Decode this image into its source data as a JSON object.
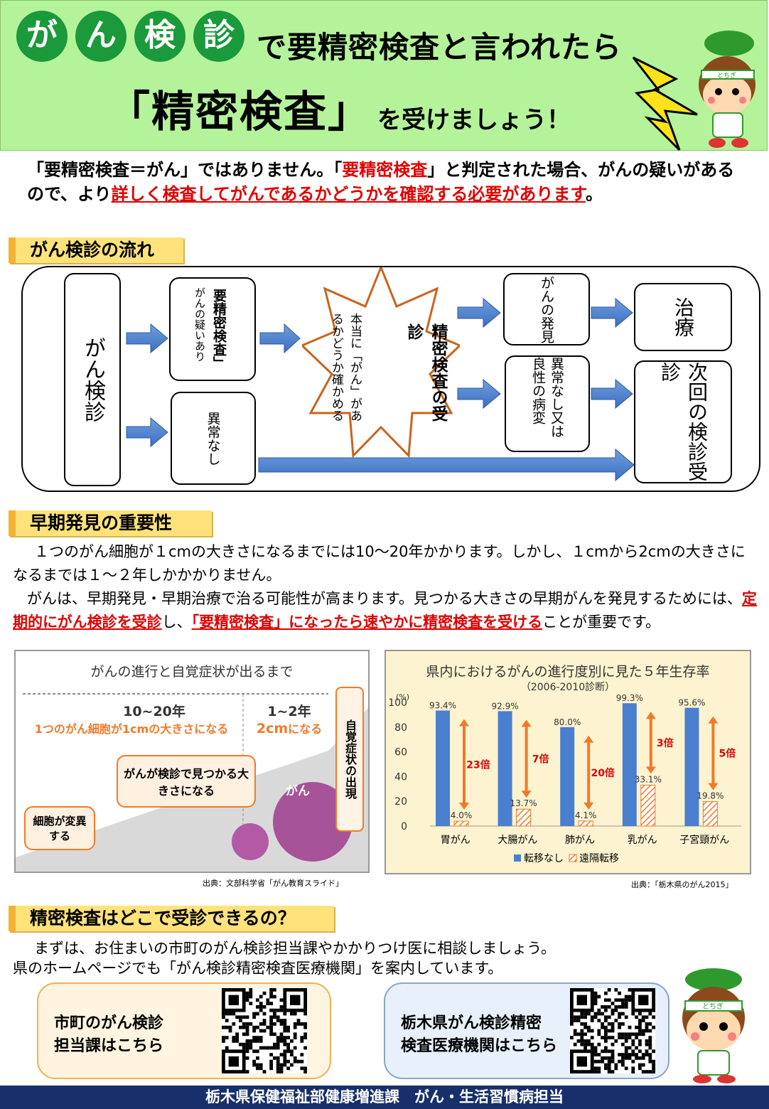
{
  "header": {
    "bubbles": [
      "が",
      "ん",
      "検",
      "診"
    ],
    "title_rest": "で要精密検査と言われたら",
    "title_main": "「精密検査」",
    "title_tail": "を受けましょう！",
    "mascot_label": "とちぎ"
  },
  "intro": {
    "part1": "「要精密検査＝がん」ではありません。「",
    "part2": "要精密検査",
    "part3": "」と判定された場合、がんの疑いがあるので、より",
    "part4": "詳しく検査してがんであるかどうかを確認する必要があります",
    "part5": "。"
  },
  "sections": {
    "flow": "がん検診の流れ",
    "early": "早期発見の重要性",
    "where": "精密検査はどこで受診できるの？"
  },
  "flow": {
    "screening": "がん検診",
    "suspect_title": "要精密検査」",
    "suspect_sub": "がんの疑いあり",
    "no_abnormal": "異常なし",
    "exam_title": "精密検査の受診",
    "exam_sub": "本当に「がん」があるかどうか確かめる",
    "found": "がんの発見",
    "benign": "異常なし又は良性の病変",
    "treatment": "治療",
    "next": "次回の検診受診"
  },
  "early": {
    "p1": "１つのがん細胞が１cmの大きさになるまでには10～20年かかります。しかし、１cmから2cmの大きさになるまでは１～２年しかかかりません。",
    "p2a": "がんは、早期発見・早期治療で治る可能性が高まります。見つかる大きさの早期がんを発見するためには、",
    "p2b": "定期的にがん検診を受診",
    "p2c": "し、",
    "p2d": "「要精密検査」になったら速やかに精密検査を受ける",
    "p2e": "ことが重要です。"
  },
  "diagram": {
    "title": "がんの進行と自覚症状が出るまで",
    "years1": "10~20年",
    "desc1": "1つのがん細胞が1cmの大きさになる",
    "years2": "1~2年",
    "desc2a": "2cm",
    "desc2b": "になる",
    "symptom": "自覚症状の出現",
    "detect": "がんが検診で見つかる大きさになる",
    "mutate": "細胞が変異する",
    "cancer": "がん",
    "source": "出典：文部科学省「がん教育スライド」"
  },
  "chart_data": {
    "type": "bar",
    "title": "県内におけるがんの進行度別に見た５年生存率",
    "subtitle": "（2006-2010診断）",
    "ylabel": "(%)",
    "ylim": [
      0,
      100
    ],
    "yticks": [
      0,
      20,
      40,
      60,
      80,
      100
    ],
    "categories": [
      "胃がん",
      "大腸がん",
      "肺がん",
      "乳がん",
      "子宮頸がん"
    ],
    "series": [
      {
        "name": "転移なし",
        "values": [
          93.4,
          92.9,
          80.0,
          99.3,
          95.6
        ],
        "labels": [
          "93.4%",
          "92.9%",
          "80.0%",
          "99.3%",
          "95.6%"
        ],
        "color": "#4a7fd0"
      },
      {
        "name": "遠隔転移",
        "values": [
          4.0,
          13.7,
          4.1,
          33.1,
          19.8
        ],
        "labels": [
          "4.0%",
          "13.7%",
          "4.1%",
          "33.1%",
          "19.8%"
        ],
        "color": "#f07a2a"
      }
    ],
    "ratios": [
      "23倍",
      "7倍",
      "20倍",
      "3倍",
      "5倍"
    ],
    "source": "出典：「栃木県のがん2015」",
    "background": "#fdf3d0"
  },
  "where": {
    "line1": "まずは、お住まいの市町のがん検診担当課やかかりつけ医に相談しましょう。",
    "line2": "県のホームページでも「がん検診精密検査医療機関」を案内しています。",
    "box1": [
      "市町のがん検診",
      "担当課はこちら"
    ],
    "box2": [
      "栃木県がん検診精密",
      "検査医療機関はこちら"
    ]
  },
  "footer": "栃木県保健福祉部健康増進課　がん・生活習慣病担当"
}
